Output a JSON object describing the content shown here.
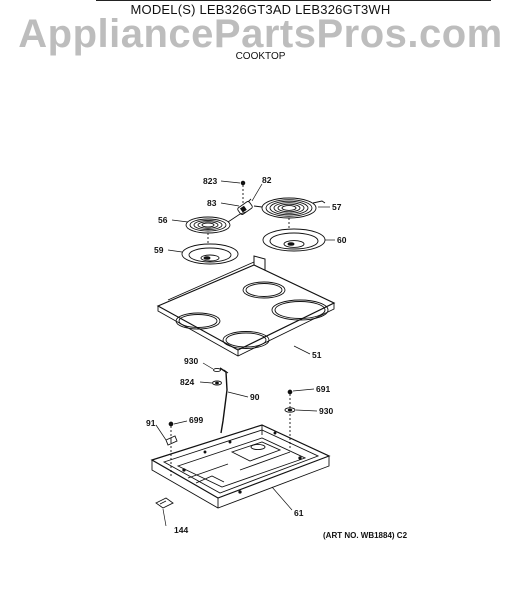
{
  "header": {
    "model_text": "MODEL(S) LEB326GT3AD  LEB326GT3WH",
    "watermark": "AppliancePartsPros.com",
    "subtitle": "COOKTOP"
  },
  "diagram": {
    "part_labels": {
      "p823": "823",
      "p82": "82",
      "p83": "83",
      "p56": "56",
      "p57": "57",
      "p59": "59",
      "p60": "60",
      "p51": "51",
      "p930a": "930",
      "p824": "824",
      "p90": "90",
      "p691": "691",
      "p930b": "930",
      "p91": "91",
      "p699": "699",
      "p61": "61",
      "p144": "144"
    },
    "art_number": "(ART NO. WB1884) C2"
  }
}
